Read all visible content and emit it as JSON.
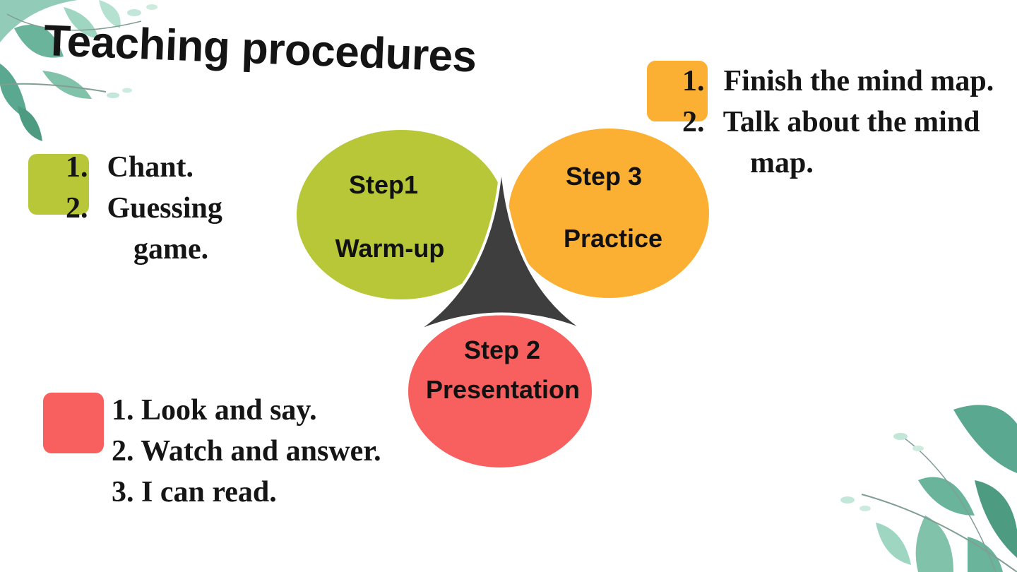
{
  "title": "Teaching procedures",
  "colors": {
    "warmup": "#B7C737",
    "practice": "#FBB034",
    "presentation": "#F8605F",
    "connector": "#3E3E3E",
    "leaf": "#5FB89A"
  },
  "steps": {
    "warmup": {
      "step": "Step1",
      "name": "Warm-up"
    },
    "presentation": {
      "step": "Step 2",
      "name": "Presentation"
    },
    "practice": {
      "step": "Step 3",
      "name": "Practice"
    }
  },
  "activities": {
    "warmup": [
      {
        "num": "1.",
        "text": "Chant."
      },
      {
        "num": "2.",
        "text": "Guessing game."
      }
    ],
    "practice": [
      {
        "num": "1.",
        "text": "Finish the mind map."
      },
      {
        "num": "2.",
        "text": "Talk about the mind map."
      }
    ],
    "presentation": [
      {
        "num": "1.",
        "text": "Look and say."
      },
      {
        "num": "2.",
        "text": "Watch and answer."
      },
      {
        "num": "3.",
        "text": "I can read."
      }
    ]
  },
  "decorations": [
    "leaves-top-left",
    "leaves-bottom-right"
  ]
}
